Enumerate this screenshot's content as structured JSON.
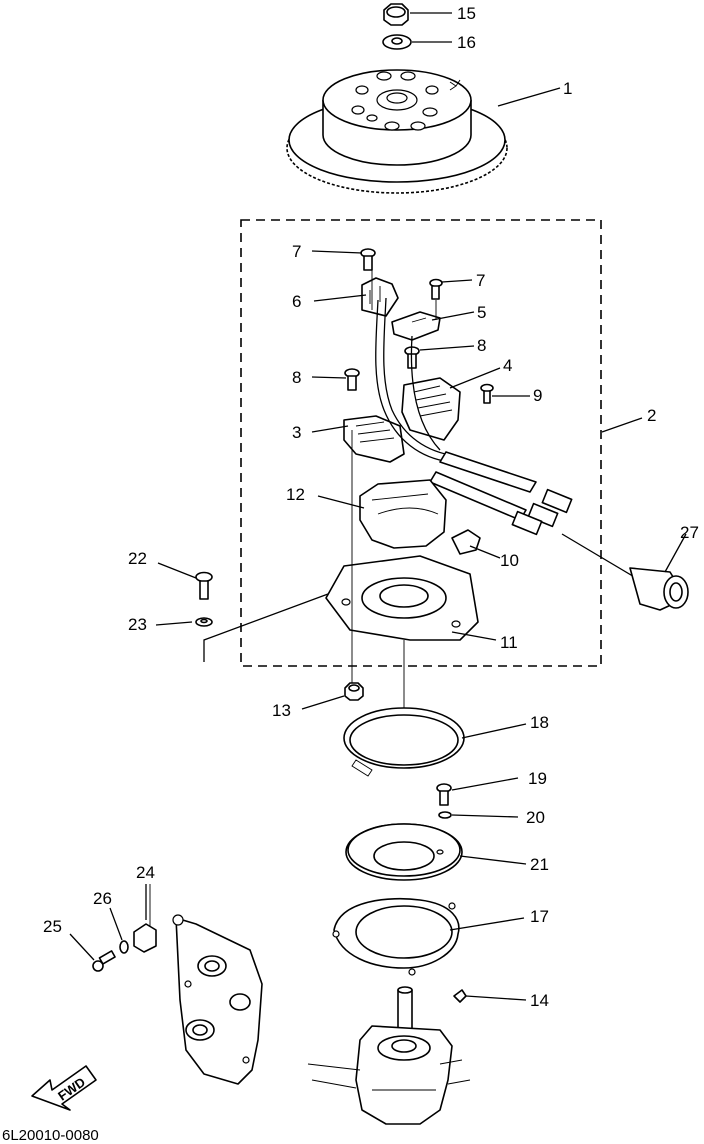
{
  "diagram_code": "6L20010-0080",
  "fwd_label": "FWD",
  "callouts": [
    {
      "id": "15",
      "label": "15"
    },
    {
      "id": "16",
      "label": "16"
    },
    {
      "id": "1",
      "label": "1"
    },
    {
      "id": "7a",
      "label": "7"
    },
    {
      "id": "7b",
      "label": "7"
    },
    {
      "id": "6",
      "label": "6"
    },
    {
      "id": "5",
      "label": "5"
    },
    {
      "id": "8a",
      "label": "8"
    },
    {
      "id": "8b",
      "label": "8"
    },
    {
      "id": "4",
      "label": "4"
    },
    {
      "id": "9",
      "label": "9"
    },
    {
      "id": "2",
      "label": "2"
    },
    {
      "id": "3",
      "label": "3"
    },
    {
      "id": "12",
      "label": "12"
    },
    {
      "id": "10",
      "label": "10"
    },
    {
      "id": "27",
      "label": "27"
    },
    {
      "id": "22",
      "label": "22"
    },
    {
      "id": "23",
      "label": "23"
    },
    {
      "id": "11",
      "label": "11"
    },
    {
      "id": "13",
      "label": "13"
    },
    {
      "id": "18",
      "label": "18"
    },
    {
      "id": "19",
      "label": "19"
    },
    {
      "id": "20",
      "label": "20"
    },
    {
      "id": "21",
      "label": "21"
    },
    {
      "id": "24",
      "label": "24"
    },
    {
      "id": "26",
      "label": "26"
    },
    {
      "id": "25",
      "label": "25"
    },
    {
      "id": "17",
      "label": "17"
    },
    {
      "id": "14",
      "label": "14"
    }
  ]
}
